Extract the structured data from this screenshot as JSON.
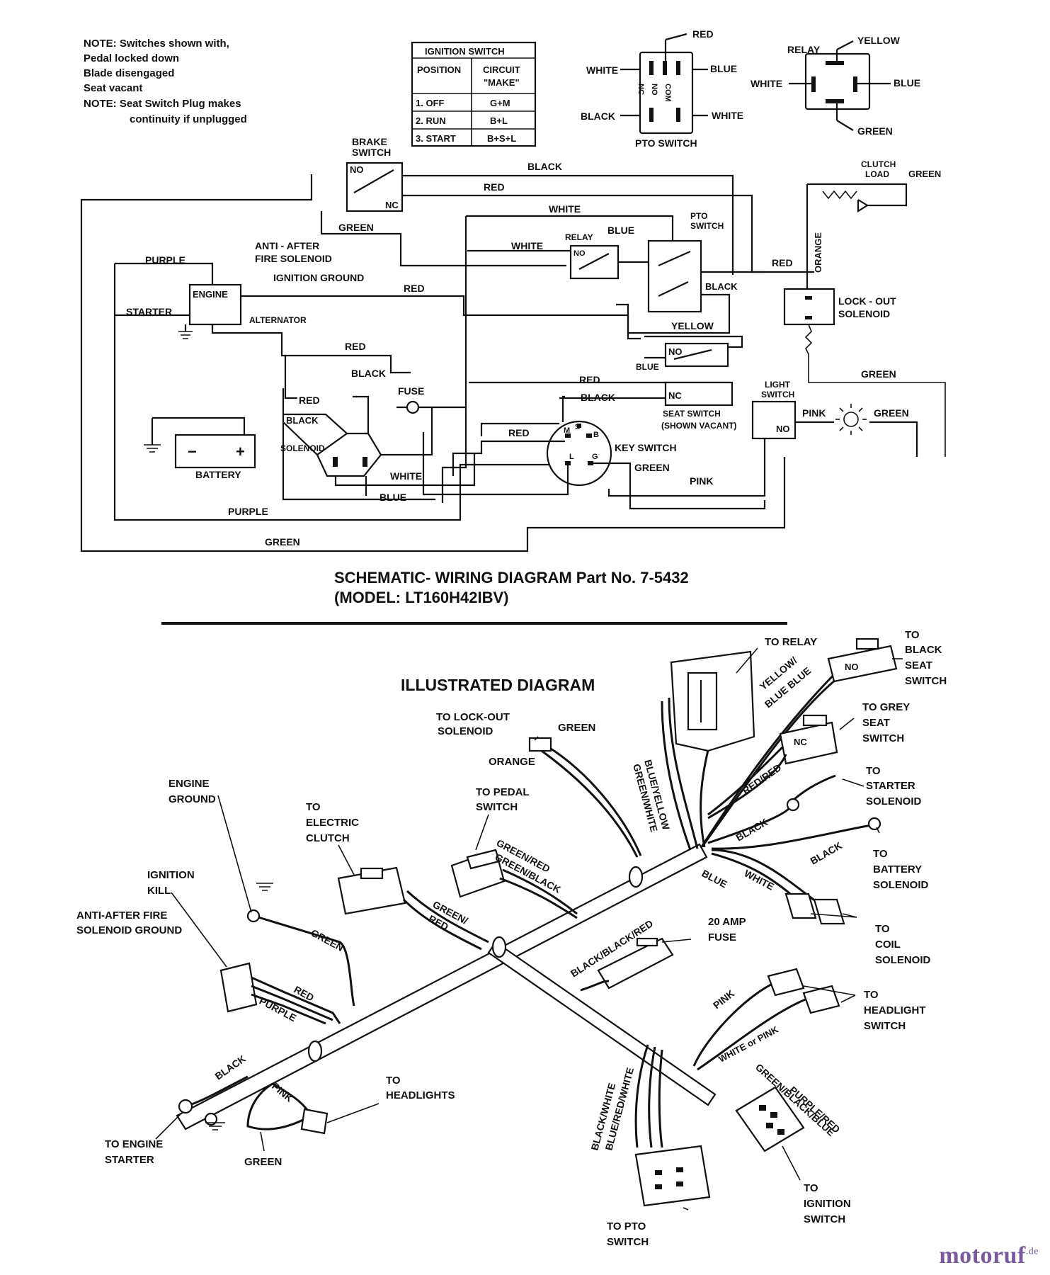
{
  "notes": {
    "line1": "NOTE: Switches shown with,",
    "line2": "Pedal locked down",
    "line3": "Blade disengaged",
    "line4": "Seat vacant",
    "line5": "NOTE: Seat Switch Plug makes",
    "line6": "continuity if unplugged"
  },
  "ignition_table": {
    "title": "IGNITION SWITCH",
    "col1": "POSITION",
    "col2a": "CIRCUIT",
    "col2b": "\"MAKE\"",
    "rows": [
      {
        "position": "1. OFF",
        "make": "G+M"
      },
      {
        "position": "2. RUN",
        "make": "B+L"
      },
      {
        "position": "3. START",
        "make": "B+S+L"
      }
    ]
  },
  "pto_detail": {
    "red": "RED",
    "white_l": "WHITE",
    "blue": "BLUE",
    "black": "BLACK",
    "white_r": "WHITE",
    "nc": "NC",
    "no": "NO",
    "com": "COM",
    "caption": "PTO SWITCH"
  },
  "relay_detail": {
    "relay": "RELAY",
    "yellow": "YELLOW",
    "white": "WHITE",
    "blue": "BLUE",
    "green": "GREEN"
  },
  "schematic": {
    "brake_switch_1": "BRAKE",
    "brake_switch_2": "SWITCH",
    "no": "NO",
    "nc": "NC",
    "black_top": "BLACK",
    "red_top": "RED",
    "white_top": "WHITE",
    "green_a": "GREEN",
    "clutch_1": "CLUTCH",
    "clutch_2": "LOAD",
    "green_clutch": "GREEN",
    "pto_1": "PTO",
    "pto_2": "SWITCH",
    "relay": "RELAY",
    "relay_no": "NO",
    "blue": "BLUE",
    "white_mid": "WHITE",
    "orange": "ORANGE",
    "red_right": "RED",
    "black_pto": "BLACK",
    "lockout_1": "LOCK - OUT",
    "lockout_2": "SOLENOID",
    "anti_1": "ANTI - AFTER",
    "anti_2": "FIRE SOLENOID",
    "purple_top": "PURPLE",
    "ignition_ground": "IGNITION GROUND",
    "engine": "ENGINE",
    "starter": "STARTER",
    "alternator": "ALTERNATOR",
    "red_mid": "RED",
    "yellow": "YELLOW",
    "no2": "NO",
    "blue2": "BLUE",
    "red_alt": "RED",
    "green_right": "GREEN",
    "black_sol": "BLACK",
    "fuse": "FUSE",
    "red_key": "RED",
    "nc2": "NC",
    "light_1": "LIGHT",
    "light_2": "SWITCH",
    "black_key": "BLACK",
    "seat_1": "SEAT SWITCH",
    "seat_2": "(SHOWN VACANT)",
    "pink": "PINK",
    "green_light": "GREEN",
    "light_no": "NO",
    "red_bat": "RED",
    "black_bat": "BLACK",
    "red_key2": "RED",
    "key_switch": "KEY SWITCH",
    "solenoid": "SOLENOID",
    "battery": "BATTERY",
    "minus": "−",
    "plus": "+",
    "white_sol": "WHITE",
    "green_key": "GREEN",
    "pink_key": "PINK",
    "blue_bottom": "BLUE",
    "purple_bottom": "PURPLE",
    "green_bottom": "GREEN",
    "key_s": "S",
    "key_m": "M",
    "key_b": "B",
    "key_l": "L",
    "key_g": "G"
  },
  "title": {
    "line1": "SCHEMATIC- WIRING DIAGRAM Part No. 7-5432",
    "line2": "(MODEL: LT160H42IBV)"
  },
  "illustrated": {
    "heading": "ILLUSTRATED DIAGRAM",
    "to_relay": "TO RELAY",
    "to_black_1": "TO",
    "to_black_2": "BLACK",
    "to_black_3": "SEAT",
    "to_black_4": "SWITCH",
    "no": "NO",
    "nc": "NC",
    "yellow_blue": "YELLOW/",
    "blue_blue": "BLUE BLUE",
    "to_grey_1": "TO GREY",
    "to_grey_2": "SEAT",
    "to_grey_3": "SWITCH",
    "lockout_1": "TO LOCK-OUT",
    "lockout_2": "SOLENOID",
    "green": "GREEN",
    "orange": "ORANGE",
    "blue_yellow": "BLUE/YELLOW",
    "green_white": "GREEN/WHITE",
    "red_red": "RED/RED",
    "to_starter_1": "TO",
    "to_starter_2": "STARTER",
    "to_starter_3": "SOLENOID",
    "black_a": "BLACK",
    "black_b": "BLACK",
    "to_batt_1": "TO",
    "to_batt_2": "BATTERY",
    "to_batt_3": "SOLENOID",
    "engine_ground_1": "ENGINE",
    "engine_ground_2": "GROUND",
    "to_pedal_1": "TO PEDAL",
    "to_pedal_2": "SWITCH",
    "green_red": "GREEN/RED",
    "green_black": "GREEN/BLACK",
    "to_clutch_1": "TO",
    "to_clutch_2": "ELECTRIC",
    "to_clutch_3": "CLUTCH",
    "blue": "BLUE",
    "white": "WHITE",
    "ignition_kill_1": "IGNITION",
    "ignition_kill_2": "KILL",
    "to_coil_1": "TO",
    "to_coil_2": "COIL",
    "to_coil_3": "SOLENOID",
    "anti_1": "ANTI-AFTER FIRE",
    "anti_2": "SOLENOID GROUND",
    "green_red2": "GREEN/",
    "red2": "RED",
    "fuse_1": "20 AMP",
    "fuse_2": "FUSE",
    "black_black_red": "BLACK/BLACK/RED",
    "green_gnd": "GREEN",
    "red": "RED",
    "purple": "PURPLE",
    "pink": "PINK",
    "to_headlight_1": "TO",
    "to_headlight_2": "HEADLIGHT",
    "to_headlight_3": "SWITCH",
    "white_or_pink": "WHITE or PINK",
    "black_start": "BLACK",
    "pink2": "PINK",
    "to_headlights_1": "TO",
    "to_headlights_2": "HEADLIGHTS",
    "green_black_blue": "GREEN/BLACK/BLUE",
    "purple_red": "PURPLE/RED",
    "black_white": "BLACK/WHITE",
    "blue_red_white": "BLUE/RED/WHITE",
    "to_engine_starter_1": "TO ENGINE",
    "to_engine_starter_2": "STARTER",
    "green_bottom": "GREEN",
    "to_ignition_1": "TO",
    "to_ignition_2": "IGNITION",
    "to_ignition_3": "SWITCH",
    "to_pto_1": "TO PTO",
    "to_pto_2": "SWITCH"
  },
  "watermark": {
    "text": "motoruf",
    "suffix": ".de"
  }
}
